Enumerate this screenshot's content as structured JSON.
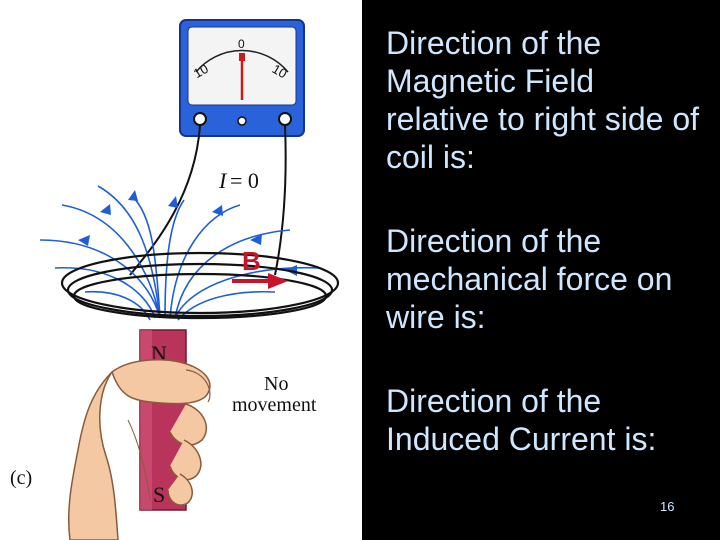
{
  "diagram": {
    "meter_scale_left": "10",
    "meter_scale_center": "0",
    "meter_scale_right": "10",
    "current_symbol": "I",
    "current_value": "= 0",
    "field_label": "B",
    "magnet_north": "N",
    "magnet_south": "S",
    "movement_line1": "No",
    "movement_line2": "movement",
    "panel_label": "(c)"
  },
  "questions": {
    "field_direction": "Direction of the Magnetic Field relative to right side of coil is:",
    "force_direction": "Direction of the mechanical force on wire is:",
    "current_direction": "Direction of the Induced Current is:"
  },
  "page_number": "16",
  "colors": {
    "background": "#000000",
    "question_text": "#cfe6ff",
    "meter_blue": "#2a62d9",
    "field_lines": "#1f5fd6",
    "arrow_red": "#c8142b",
    "magnet": "#b8345a"
  }
}
